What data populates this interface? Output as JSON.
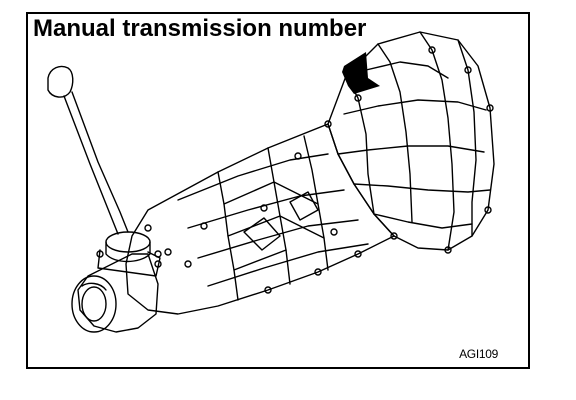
{
  "diagram": {
    "title": "Manual transmission number",
    "figure_id": "AGI109"
  },
  "parts": {
    "shift_lever": "shift-lever",
    "transmission_case": "transmission-case",
    "clutch_housing": "clutch-housing",
    "extension_housing": "extension-housing",
    "indicator_arrow": "location-arrow"
  },
  "colors": {
    "line": "#000000",
    "background": "#ffffff"
  }
}
